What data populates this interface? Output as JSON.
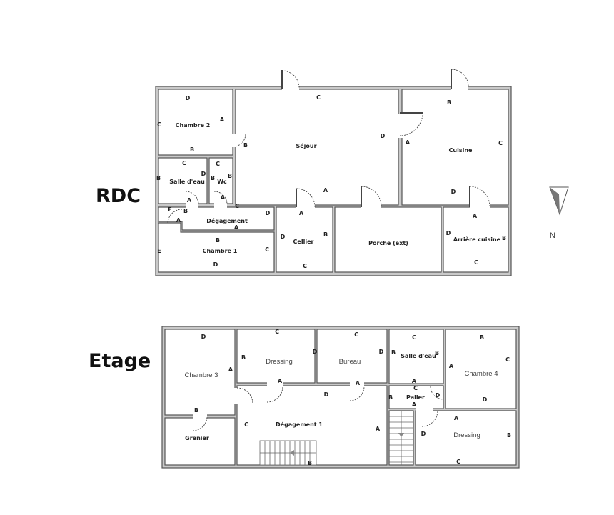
{
  "floors": {
    "rdc": {
      "title": "RDC",
      "rooms": [
        "Chambre 2",
        "Séjour",
        "Cuisine",
        "Salle d'eau",
        "Wc",
        "Dégagement",
        "Chambre 1",
        "Cellier",
        "Porche (ext)",
        "Arrière cuisine"
      ],
      "wall_letters": [
        "D",
        "A",
        "C",
        "B",
        "C",
        "D",
        "B",
        "A",
        "B",
        "C",
        "A",
        "D",
        "C",
        "D",
        "B",
        "C",
        "B",
        "B",
        "A",
        "A",
        "F",
        "B",
        "A",
        "C",
        "D",
        "A",
        "B",
        "C",
        "E",
        "D",
        "A",
        "D",
        "B",
        "C",
        "A",
        "D",
        "B",
        "C"
      ]
    },
    "etage": {
      "title": "Etage",
      "rooms": [
        "Chambre 3",
        "Grenier",
        "Dressing",
        "Bureau",
        "Salle d'eau",
        "Chambre 4",
        "Palier",
        "Dégagement 1",
        "Dressing"
      ],
      "wall_letters": [
        "D",
        "A",
        "B",
        "C",
        "B",
        "D",
        "A",
        "C",
        "D",
        "A",
        "C",
        "B",
        "B",
        "A",
        "B",
        "C",
        "A",
        "D",
        "C",
        "B",
        "D",
        "A",
        "D",
        "C",
        "A",
        "B",
        "A",
        "D",
        "B",
        "C"
      ]
    }
  },
  "compass": {
    "label": "N"
  }
}
